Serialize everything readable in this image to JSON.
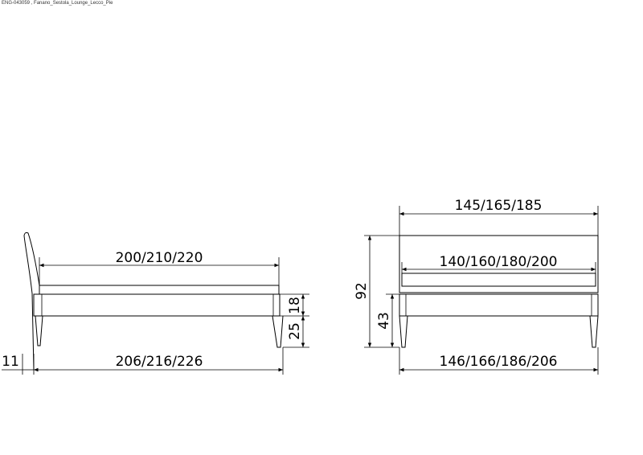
{
  "header": {
    "file_label": "ENG-043059 , Fanano_Sestola_Lounge_Lecco_Pie"
  },
  "side_view": {
    "length_inner": "200/210/220",
    "length_overall": "206/216/226",
    "frame_height": "18",
    "leg_height": "25",
    "foot_offset": "11"
  },
  "front_view": {
    "width_overall_top": "145/165/185",
    "mattress_width": "140/160/180/200",
    "width_overall_bottom": "146/166/186/206",
    "total_height": "92",
    "seat_height": "43"
  },
  "colors": {
    "line": "#000000",
    "background": "#ffffff"
  }
}
